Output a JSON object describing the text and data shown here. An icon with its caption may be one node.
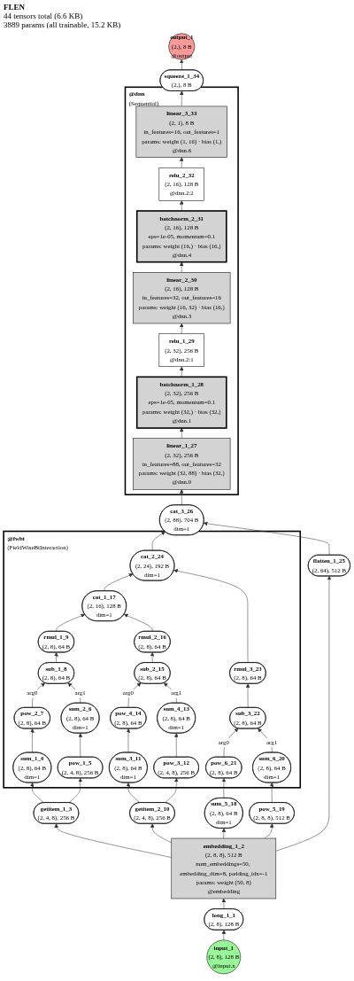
{
  "diagram": {
    "title": "FLEN",
    "labels": [
      "44 tensors total (6.6 KB)",
      "3889 params (all trainable, 15.2 KB)"
    ],
    "nodes": [
      {
        "text": [
          "output_1",
          "(2,), 8 B",
          "@output"
        ]
      },
      {
        "text": [
          "squeeze_1_34",
          "(2,), 8 B"
        ]
      },
      {
        "text": [
          "@dnn",
          "(Sequential)"
        ]
      },
      {
        "text": [
          "linear_3_33",
          "(2, 1), 8 B",
          "in_features=16, out_features=1",
          "params: weight (1, 16) · bias (1,)",
          "@dnn.6"
        ],
        "in": 2
      },
      {
        "text": [
          "relu_2_32",
          "(2, 16), 128 B",
          "@dnn.2:2"
        ],
        "in": 2
      },
      {
        "text": [
          "batchnorm_2_31",
          "(2, 16), 128 B",
          "eps=1e-05, momentum=0.1",
          "params: weight (16,) · bias (16,)",
          "@dnn.4"
        ],
        "in": 2
      },
      {
        "text": [
          "linear_2_30",
          "(2, 16), 128 B",
          "in_features=32, out_features=16",
          "params: weight (16, 32) · bias (16,)",
          "@dnn.3"
        ],
        "in": 2
      },
      {
        "text": [
          "relu_1_29",
          "(2, 32), 256 B",
          "@dnn.2:1"
        ],
        "in": 2
      },
      {
        "text": [
          "batchnorm_1_28",
          "(2, 32), 256 B",
          "eps=1e-05, momentum=0.1",
          "params: weight (32,) · bias (32,)",
          "@dnn.1"
        ],
        "in": 2
      },
      {
        "text": [
          "linear_1_27",
          "(2, 32), 256 B",
          "in_features=88, out_features=32",
          "params: weight (32, 88) · bias (32,)",
          "@dnn.0"
        ],
        "in": 2
      },
      {
        "text": [
          "cat_3_26",
          "(2, 88), 704 B",
          "dim=1"
        ]
      },
      {
        "text": [
          "@fwbi",
          "(FieldWiseBiInteraction)"
        ]
      },
      {
        "text": [
          "cat_2_24",
          "(2, 24), 192 B",
          "dim=1"
        ],
        "in": 11
      },
      {
        "text": [
          "cat_1_17",
          "(2, 16), 128 B",
          "dim=1"
        ],
        "in": 11
      },
      {
        "text": [
          "rmul_3_23",
          "(2, 8), 64 B"
        ],
        "in": 11
      },
      {
        "text": [
          "rmul_1_9",
          "(2, 8), 64 B"
        ],
        "in": 11
      },
      {
        "text": [
          "rmul_2_16",
          "(2, 8), 64 B"
        ],
        "in": 11
      },
      {
        "text": [
          "sub_3_22",
          "(2, 8), 64 B"
        ],
        "in": 11
      },
      {
        "text": [
          "sub_1_8",
          "(2, 8), 64 B"
        ],
        "in": 11
      },
      {
        "text": [
          "sub_2_15",
          "(2, 8), 64 B"
        ],
        "in": 11
      },
      {
        "text": [
          "pow_6_21",
          "(2, 8), 64 B"
        ],
        "in": 11
      },
      {
        "text": [
          "sum_6_20",
          "(2, 8), 64 B",
          "dim=1"
        ],
        "in": 11
      },
      {
        "text": [
          "pow_2_7",
          "(2, 8), 64 B"
        ],
        "in": 11
      },
      {
        "text": [
          "sum_2_6",
          "(2, 8), 64 B",
          "dim=1"
        ],
        "in": 11
      },
      {
        "text": [
          "pow_4_14",
          "(2, 8), 64 B"
        ],
        "in": 11
      },
      {
        "text": [
          "sum_4_13",
          "(2, 8), 64 B",
          "dim=1"
        ],
        "in": 11
      },
      {
        "text": [
          "sum_1_4",
          "(2, 8), 64 B",
          "dim=1"
        ],
        "in": 11
      },
      {
        "text": [
          "pow_1_5",
          "(2, 4, 8), 256 B"
        ],
        "in": 11
      },
      {
        "text": [
          "sum_3_11",
          "(2, 8), 64 B",
          "dim=1"
        ],
        "in": 11
      },
      {
        "text": [
          "pow_3_12",
          "(2, 4, 8), 256 B"
        ],
        "in": 11
      },
      {
        "text": [
          "getitem_1_3",
          "(2, 4, 8), 256 B"
        ]
      },
      {
        "text": [
          "getitem_2_10",
          "(2, 4, 8), 256 B"
        ]
      },
      {
        "text": [
          "sum_5_18",
          "(2, 8), 64 B",
          "dim=1"
        ]
      },
      {
        "text": [
          "pow_5_19",
          "(2, 8, 8), 512 B"
        ]
      },
      {
        "text": [
          "flatten_1_25",
          "(2, 64), 512 B"
        ]
      },
      {
        "text": [
          "embedding_1_2",
          "(2, 8, 8), 512 B",
          "num_embeddings=50, embedding_dim=8, padding_idx=-1",
          "params: weight (50, 8)",
          "@embedding"
        ]
      },
      {
        "text": [
          "long_1_1",
          "(2, 8), 128 B"
        ]
      },
      {
        "text": [
          "input_1",
          "(2, 8), 128 B",
          "@input.x"
        ]
      }
    ],
    "edges": [
      {
        "from": 37,
        "to": 36,
        "arrow": "to"
      },
      {
        "from": 36,
        "to": 35,
        "arrow": "to"
      },
      {
        "from": 35,
        "to": 30,
        "arrow": "to"
      },
      {
        "from": 35,
        "to": 31,
        "arrow": "to"
      },
      {
        "from": 35,
        "to": 32,
        "arrow": "to"
      },
      {
        "from": 35,
        "to": 33,
        "arrow": "to"
      },
      {
        "from": 35,
        "to": 34,
        "arrow": "to"
      },
      {
        "from": 30,
        "to": 26,
        "arrow": "to"
      },
      {
        "from": 30,
        "to": 27,
        "arrow": "to"
      },
      {
        "from": 31,
        "to": 28,
        "arrow": "to"
      },
      {
        "from": 31,
        "to": 29,
        "arrow": "to"
      },
      {
        "from": 26,
        "to": 22,
        "arrow": "to"
      },
      {
        "from": 27,
        "to": 23,
        "arrow": "to"
      },
      {
        "from": 28,
        "to": 24,
        "arrow": "to"
      },
      {
        "from": 29,
        "to": 25,
        "arrow": "to"
      },
      {
        "from": 22,
        "to": 18,
        "arrow": "to",
        "label": "arg0"
      },
      {
        "from": 23,
        "to": 18,
        "arrow": "to",
        "label": "arg1"
      },
      {
        "from": 24,
        "to": 19,
        "arrow": "to",
        "label": "arg0"
      },
      {
        "from": 25,
        "to": 19,
        "arrow": "to",
        "label": "arg1"
      },
      {
        "from": 18,
        "to": 15,
        "arrow": "to"
      },
      {
        "from": 19,
        "to": 16,
        "arrow": "to"
      },
      {
        "from": 15,
        "to": 13,
        "arrow": "to"
      },
      {
        "from": 16,
        "to": 13,
        "arrow": "to"
      },
      {
        "from": 32,
        "to": 20,
        "arrow": "to"
      },
      {
        "from": 33,
        "to": 21,
        "arrow": "to"
      },
      {
        "from": 20,
        "to": 17,
        "arrow": "to",
        "label": "arg0"
      },
      {
        "from": 21,
        "to": 17,
        "arrow": "to",
        "label": "arg1"
      },
      {
        "from": 17,
        "to": 14,
        "arrow": "to"
      },
      {
        "from": 13,
        "to": 12,
        "arrow": "to"
      },
      {
        "from": 14,
        "to": 12,
        "arrow": "to"
      },
      {
        "from": 12,
        "to": 10,
        "arrow": "to"
      },
      {
        "from": 34,
        "to": 10,
        "arrow": "to"
      },
      {
        "from": 10,
        "to": 9,
        "arrow": "to"
      },
      {
        "from": 9,
        "to": 8,
        "arrow": "to"
      },
      {
        "from": 8,
        "to": 7,
        "arrow": "to"
      },
      {
        "from": 7,
        "to": 6,
        "arrow": "to"
      },
      {
        "from": 6,
        "to": 5,
        "arrow": "to"
      },
      {
        "from": 5,
        "to": 4,
        "arrow": "to"
      },
      {
        "from": 4,
        "to": 3,
        "arrow": "to"
      },
      {
        "from": 3,
        "to": 1,
        "arrow": "to"
      },
      {
        "from": 1,
        "to": 0,
        "arrow": "to"
      }
    ]
  }
}
